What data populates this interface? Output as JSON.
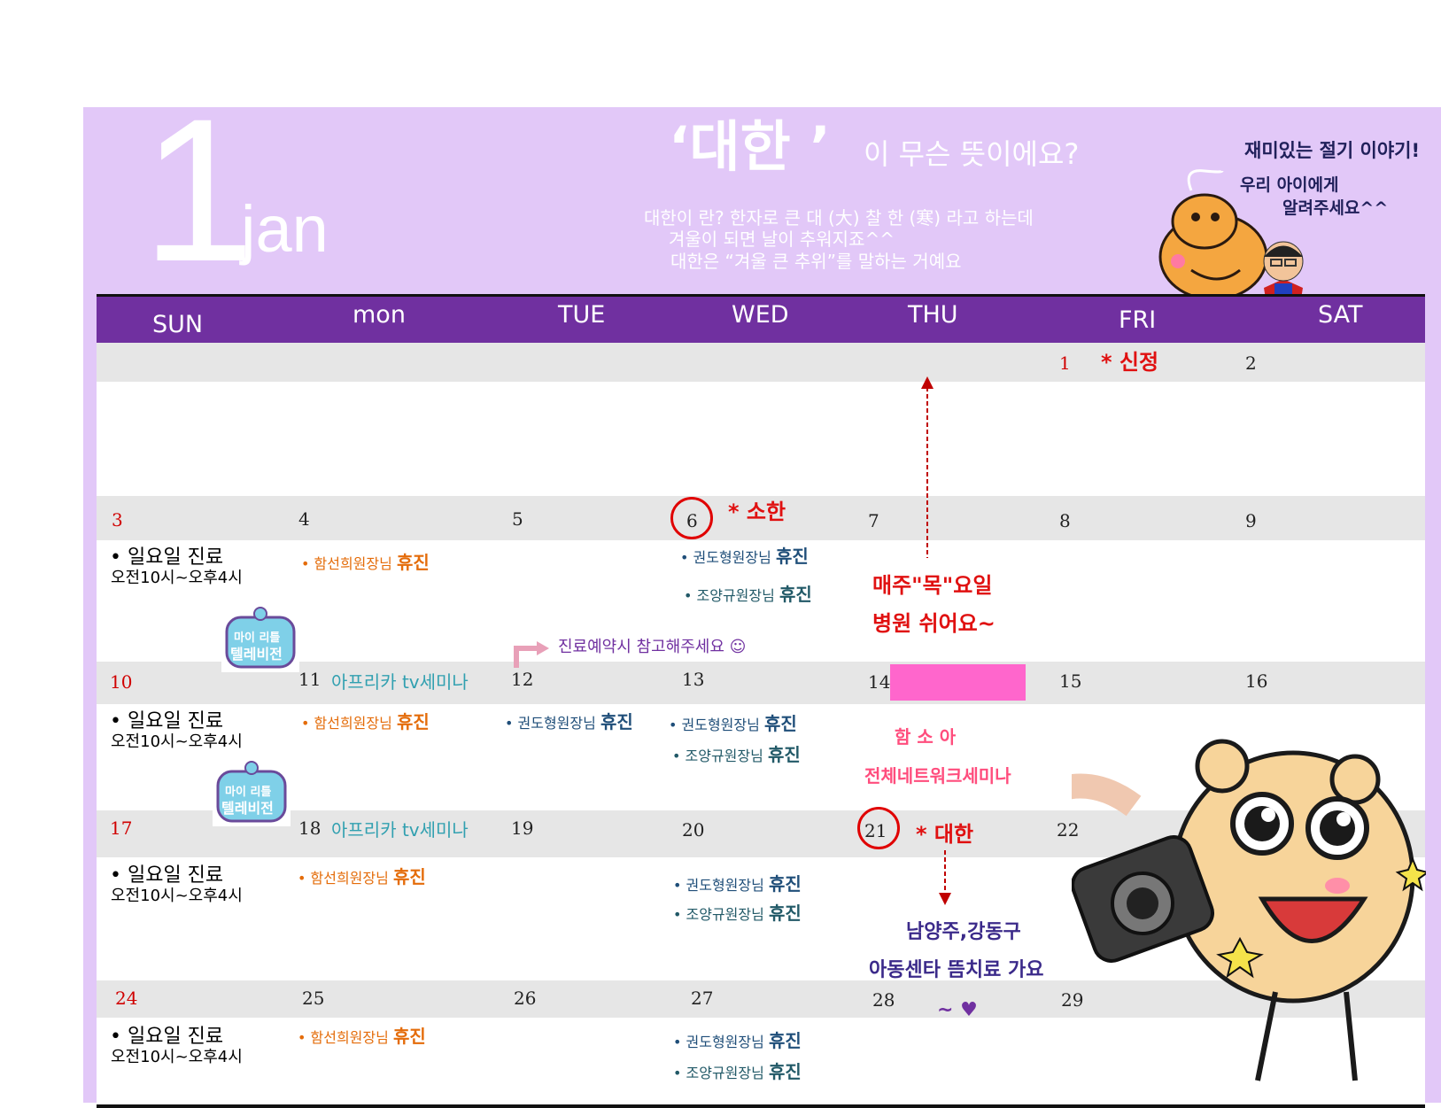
{
  "header": {
    "month_number": "1",
    "month_name": "jan",
    "question_word": "‘대한 ’",
    "question_rest": "이 무슨 뜻이에요?",
    "intro_lines": [
      "대한이 란? 한자로 큰 대 (大)  찰 한 (寒) 라고 하는데",
      "겨울이 되면 날이 추워지죠^^",
      "대한은 “겨울 큰 추위”를 말하는 거예요"
    ],
    "side_note": [
      "재미있는 절기 이야기!",
      "우리 아이에게",
      "알려주세요^^"
    ]
  },
  "weekdays": [
    "SUN",
    "mon",
    "TUE",
    "WED",
    "THU",
    "FRI",
    "SAT"
  ],
  "week1": {
    "fri": "1",
    "fri_note": "* 신정",
    "sat": "2"
  },
  "week2": {
    "days": [
      "3",
      "4",
      "5",
      "6",
      "7",
      "8",
      "9"
    ],
    "wed_note": "* 소한",
    "sun_line1": "•  일요일 진료",
    "sun_line2": "오전10시~오후4시",
    "mon_item": "•   함선희원장님 ",
    "mon_item_bold": "휴진",
    "wed_item1": "•   권도형원장님 ",
    "wed_item1_bold": "휴진",
    "wed_item2": "•   조양규원장님 ",
    "wed_item2_bold": "휴진",
    "thu_note1": "매주\"목\"요일",
    "thu_note2": "병원 쉬어요~",
    "tue_note": "진료예약시 참고해주세요 ☺"
  },
  "week3": {
    "days": [
      "10",
      "11",
      "12",
      "13",
      "14",
      "15",
      "16"
    ],
    "mon_note": "아프리카 tv세미나",
    "sun_line1": "•  일요일 진료",
    "sun_line2": "오전10시~오후4시",
    "mon_item": "•   함선희원장님 ",
    "mon_item_bold": "휴진",
    "tue_item": "•   권도형원장님 ",
    "tue_item_bold": "휴진",
    "wed_item1": "•   권도형원장님 ",
    "wed_item1_bold": "휴진",
    "wed_item2": "•   조양규원장님 ",
    "wed_item2_bold": "휴진",
    "thu_note1": "함 소 아",
    "thu_note2": "전체네트워크세미나"
  },
  "week4": {
    "days": [
      "17",
      "18",
      "19",
      "20",
      "21",
      "22"
    ],
    "mon_note": "아프리카 tv세미나",
    "thu_note": "* 대한",
    "sun_line1": "•  일요일 진료",
    "sun_line2": "오전10시~오후4시",
    "mon_item": "•   함선희원장님 ",
    "mon_item_bold": "휴진",
    "wed_item1": "•   권도형원장님 ",
    "wed_item1_bold": "휴진",
    "wed_item2": "•   조양규원장님 ",
    "wed_item2_bold": "휴진",
    "thu_note1": "남양주,강동구",
    "thu_note2": "아동센타 뜸치료 가요",
    "thu_note3": "~ ♥"
  },
  "week5": {
    "days": [
      "24",
      "25",
      "26",
      "27",
      "28",
      "29"
    ],
    "sun_line1": "•  일요일 진료",
    "sun_line2": "오전10시~오후4시",
    "mon_item": "•   함선희원장님 ",
    "mon_item_bold": "휴진",
    "wed_item1": "•   권도형원장님 ",
    "wed_item1_bold": "휴진",
    "wed_item2": "•   조양규원장님 ",
    "wed_item2_bold": "휴진"
  },
  "badge": {
    "line1": "마이 리틀",
    "line2": "텔레비전"
  },
  "colors": {
    "sheet": "#e2c8f8",
    "band": "#7030a0",
    "highlight": "#ff66cc",
    "accent_red": "#e00000"
  }
}
